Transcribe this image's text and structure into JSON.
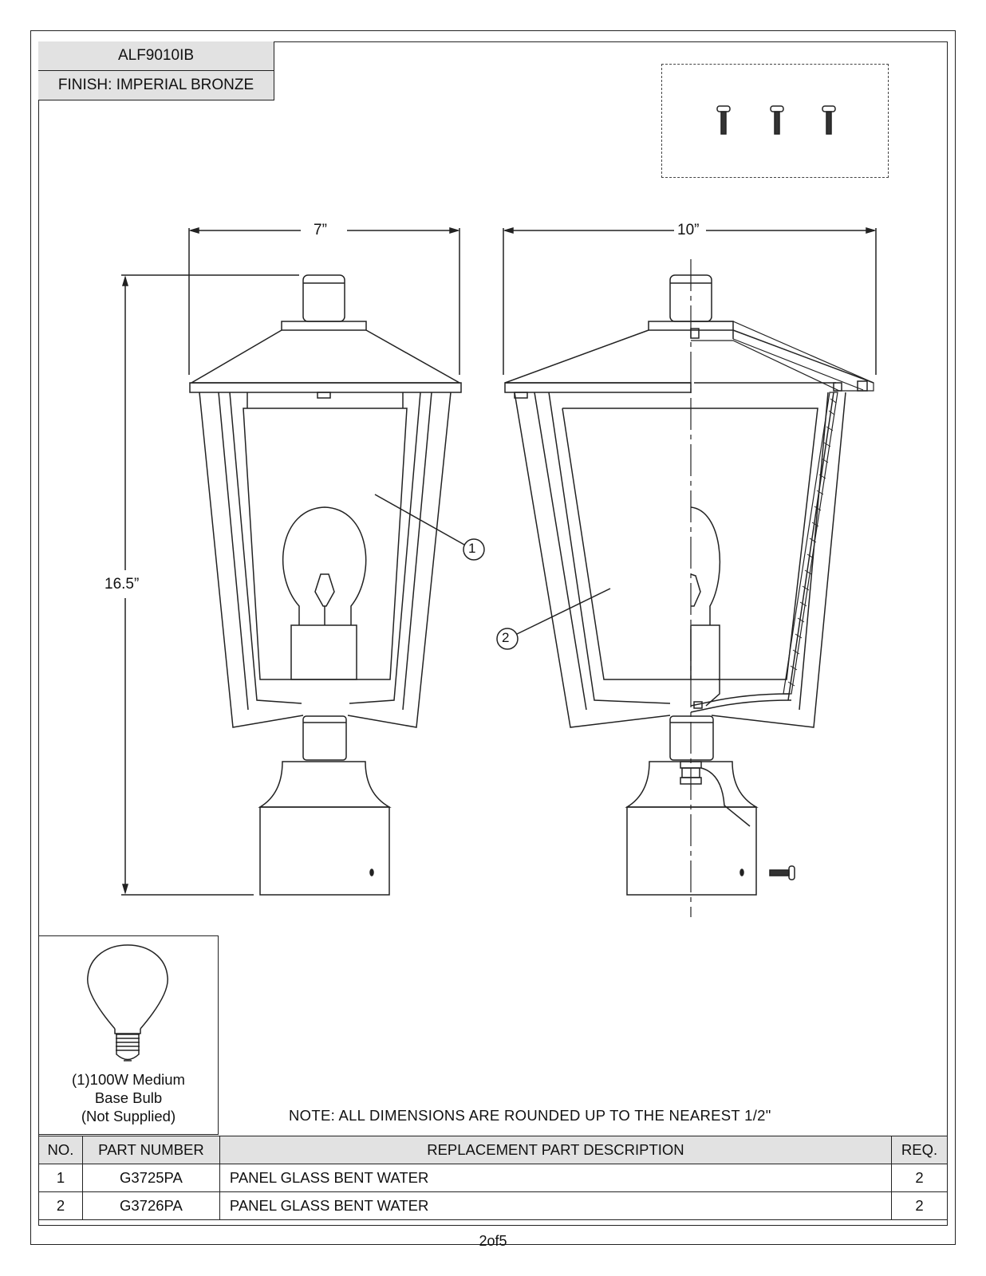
{
  "title_block": {
    "model": "ALF9010IB",
    "finish": "FINISH: IMPERIAL BRONZE"
  },
  "dimensions": {
    "width_front": "7”",
    "width_side": "10”",
    "height": "16.5”"
  },
  "callouts": [
    "1",
    "2"
  ],
  "bulb": {
    "line1": "(1)100W Medium",
    "line2": "Base Bulb",
    "line3": "(Not Supplied)"
  },
  "note": "NOTE:  ALL DIMENSIONS ARE ROUNDED UP TO THE NEAREST  1/2\"",
  "parts_table": {
    "headers": [
      "NO.",
      "PART NUMBER",
      "REPLACEMENT PART DESCRIPTION",
      "REQ."
    ],
    "rows": [
      {
        "no": "1",
        "part": "G3725PA",
        "desc": "PANEL GLASS BENT WATER",
        "req": "2"
      },
      {
        "no": "2",
        "part": "G3726PA",
        "desc": "PANEL GLASS BENT WATER",
        "req": "2"
      }
    ]
  },
  "page_label": "2of5"
}
